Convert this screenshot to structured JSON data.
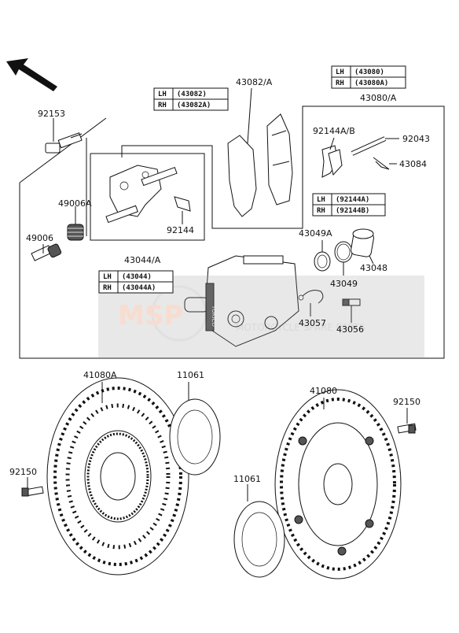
{
  "diagram": {
    "labels": {
      "p92153": "92153",
      "p49006A": "49006A",
      "p49006": "49006",
      "p92144": "92144",
      "p43044A": "43044/A",
      "p43082A": "43082/A",
      "p43080A": "43080/A",
      "p92144AB": "92144A/B",
      "p92043": "92043",
      "p43084": "43084",
      "p43049A": "43049A",
      "p43048": "43048",
      "p43049": "43049",
      "p43057": "43057",
      "p43056": "43056",
      "p41080A": "41080A",
      "p11061_top": "11061",
      "p41080": "41080",
      "p92150_right": "92150",
      "p92150_left": "92150",
      "p11061_bottom": "11061"
    },
    "tables": {
      "pads": {
        "lh_label": "LH",
        "lh_value": "(43082)",
        "rh_label": "RH",
        "rh_value": "(43082A)"
      },
      "caliper": {
        "lh_label": "LH",
        "lh_value": "(43080)",
        "rh_label": "RH",
        "rh_value": "(43080A)"
      },
      "holder": {
        "lh_label": "LH",
        "lh_value": "(43044)",
        "rh_label": "RH",
        "rh_value": "(43044A)"
      },
      "clip": {
        "lh_label": "LH",
        "lh_value": "(92144A)",
        "rh_label": "RH",
        "rh_value": "(92144B)"
      }
    },
    "caliper_brand": "TOKICO",
    "watermark": {
      "logo": "MSP",
      "sub": "MOTORCYCLE SPARE PARTS"
    }
  }
}
